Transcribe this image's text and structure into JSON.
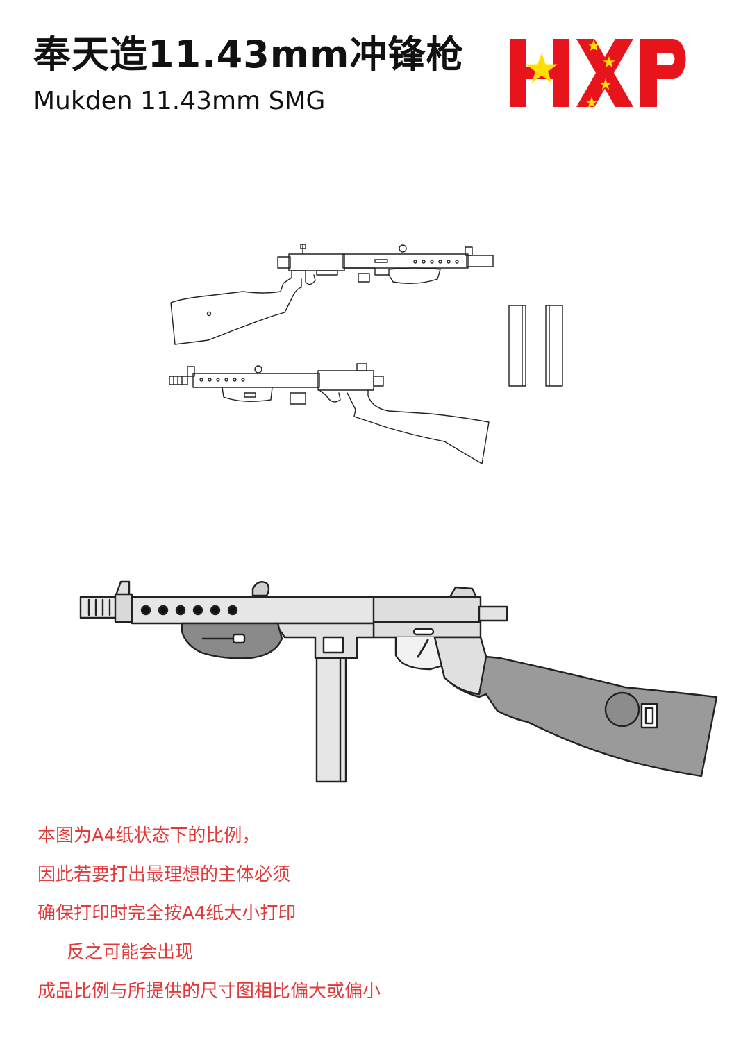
{
  "header": {
    "title_cn": "奉天造11.43mm冲锋枪",
    "title_en": "Mukden 11.43mm SMG"
  },
  "logo": {
    "text": "HXP",
    "colors": {
      "red": "#e8141c",
      "star": "#ffde00"
    }
  },
  "notes": [
    "本图为A4纸状态下的比例，",
    "因此若要打出最理想的主体必须",
    "确保打印时完全按A4纸大小打印",
    "反之可能会出现",
    "成品比例与所提供的尺寸图相比偏大或偏小"
  ],
  "colors": {
    "note_text": "#e23a3a",
    "line_art": "#222222"
  }
}
